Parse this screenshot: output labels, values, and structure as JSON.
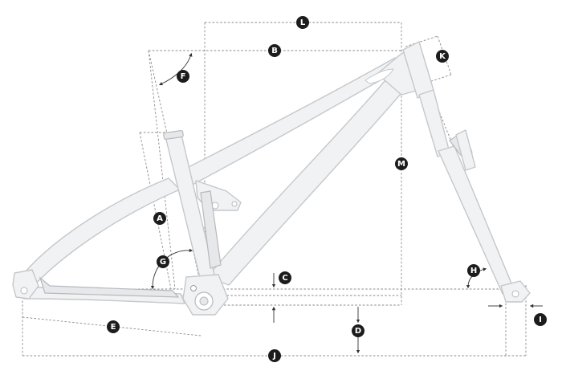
{
  "markers": [
    {
      "id": "A",
      "label": "A"
    },
    {
      "id": "B",
      "label": "B"
    },
    {
      "id": "C",
      "label": "C"
    },
    {
      "id": "D",
      "label": "D"
    },
    {
      "id": "E",
      "label": "E"
    },
    {
      "id": "F",
      "label": "F"
    },
    {
      "id": "G",
      "label": "G"
    },
    {
      "id": "H",
      "label": "H"
    },
    {
      "id": "I",
      "label": "I"
    },
    {
      "id": "J",
      "label": "J"
    },
    {
      "id": "K",
      "label": "K"
    },
    {
      "id": "L",
      "label": "L"
    },
    {
      "id": "M",
      "label": "M"
    }
  ]
}
